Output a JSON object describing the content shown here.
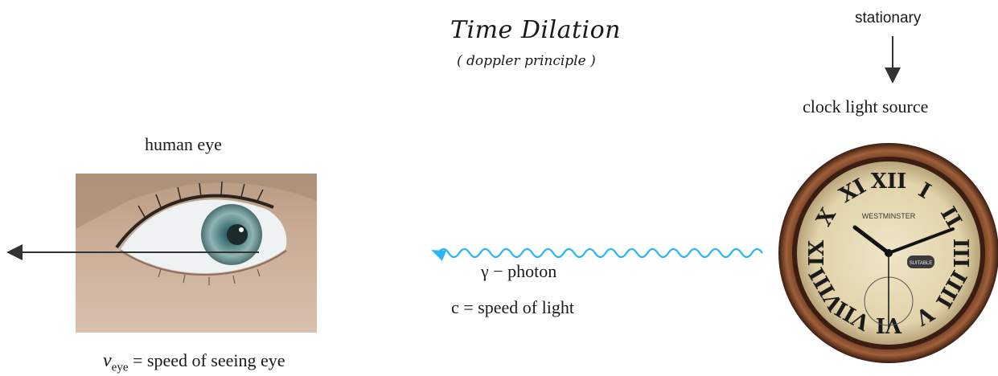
{
  "title": "Time Dilation",
  "subtitle": "( doppler principle )",
  "stationary_label": "stationary",
  "clock_label": "clock light source",
  "eye_label": "human eye",
  "photon_label": "γ − photon",
  "speed_light_label": "c = speed of light",
  "eye_speed": {
    "var": "v",
    "sub": "eye",
    "rest": " = speed of seeing eye"
  },
  "clock_face_text": "WESTMINSTER",
  "clock_badge_text": "SUITABLE",
  "colors": {
    "photon_wave": "#29b6f6",
    "arrow": "#333333",
    "clock_frame": "#5a2f1b",
    "clock_face": "#e6dcb8"
  }
}
